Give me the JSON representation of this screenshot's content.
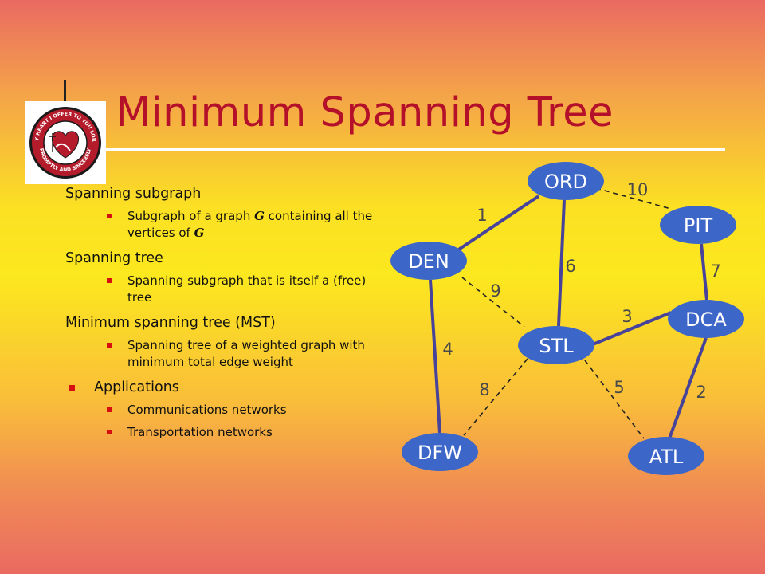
{
  "slide": {
    "title": "Minimum Spanning Tree"
  },
  "logo": {
    "text_top": "MY HEART I OFFER TO YOU LORD",
    "text_bottom": "PROMPTLY AND SINCERELY",
    "colors": {
      "ring": "#b41c2c",
      "border": "#1a1a1a",
      "background": "#ffffff"
    }
  },
  "bullets": [
    {
      "level": 1,
      "bullet": false,
      "text": "Spanning subgraph"
    },
    {
      "level": 2,
      "bullet": true,
      "parts": [
        "Subgraph of a graph ",
        "G",
        " containing all the vertices of ",
        "G"
      ]
    },
    {
      "level": 1,
      "bullet": false,
      "text": "Spanning tree"
    },
    {
      "level": 2,
      "bullet": true,
      "text": "Spanning subgraph that is itself a (free) tree"
    },
    {
      "level": 1,
      "bullet": false,
      "text": "Minimum spanning tree (MST)"
    },
    {
      "level": 2,
      "bullet": true,
      "text": "Spanning tree of a weighted graph with minimum total edge weight"
    },
    {
      "level": 1,
      "bullet": true,
      "text": "Applications"
    },
    {
      "level": 2,
      "bullet": true,
      "text": "Communications networks"
    },
    {
      "level": 2,
      "bullet": true,
      "text": "Transportation networks"
    }
  ],
  "graph": {
    "nodes": [
      {
        "id": "ORD",
        "label": "ORD"
      },
      {
        "id": "PIT",
        "label": "PIT"
      },
      {
        "id": "DEN",
        "label": "DEN"
      },
      {
        "id": "DCA",
        "label": "DCA"
      },
      {
        "id": "STL",
        "label": "STL"
      },
      {
        "id": "DFW",
        "label": "DFW"
      },
      {
        "id": "ATL",
        "label": "ATL"
      }
    ],
    "edges": [
      {
        "from": "ORD",
        "to": "DEN",
        "weight": "1",
        "in_tree": true
      },
      {
        "from": "ORD",
        "to": "PIT",
        "weight": "10",
        "in_tree": false
      },
      {
        "from": "ORD",
        "to": "STL",
        "weight": "6",
        "in_tree": true
      },
      {
        "from": "PIT",
        "to": "DCA",
        "weight": "7",
        "in_tree": true
      },
      {
        "from": "DEN",
        "to": "STL",
        "weight": "9",
        "in_tree": false
      },
      {
        "from": "DEN",
        "to": "DFW",
        "weight": "4",
        "in_tree": true
      },
      {
        "from": "STL",
        "to": "DCA",
        "weight": "3",
        "in_tree": true
      },
      {
        "from": "STL",
        "to": "DFW",
        "weight": "8",
        "in_tree": false
      },
      {
        "from": "STL",
        "to": "ATL",
        "weight": "5",
        "in_tree": false
      },
      {
        "from": "DCA",
        "to": "ATL",
        "weight": "2",
        "in_tree": true
      }
    ],
    "colors": {
      "node_fill": "#3d66c9",
      "node_label": "#ffffff",
      "tree_edge": "#47439a",
      "non_tree_edge": "#222222",
      "weight_label": "#4a4a4a"
    }
  }
}
